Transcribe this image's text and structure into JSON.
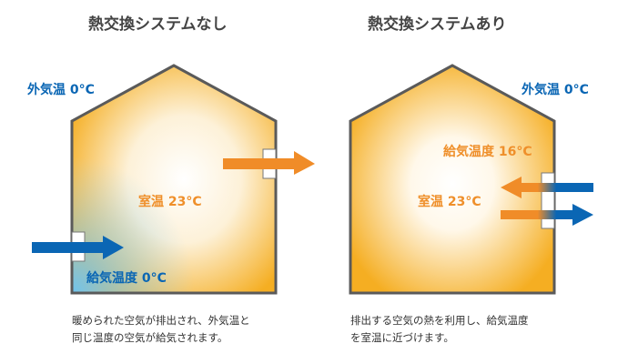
{
  "left_panel": {
    "title": "熱交換システムなし",
    "outside_temp": "外気温 0°C",
    "room_temp": "室温 23°C",
    "supply_temp": "給気温度 0°C",
    "description_line1": "暖められた空気が排出され、外気温と",
    "description_line2": "同じ温度の空気が給気されます。"
  },
  "right_panel": {
    "title": "熱交換システムあり",
    "outside_temp": "外気温 0°C",
    "room_temp": "室温 23°C",
    "supply_temp": "給気温度 16°C",
    "description_line1": "排出する空気の熱を利用し、給気温度",
    "description_line2": "を室温に近づけます。"
  },
  "colors": {
    "warm": "#f5ad1f",
    "cold": "#0a66b4",
    "exhaust": "#f08c28",
    "wall": "#5a5a5a"
  }
}
